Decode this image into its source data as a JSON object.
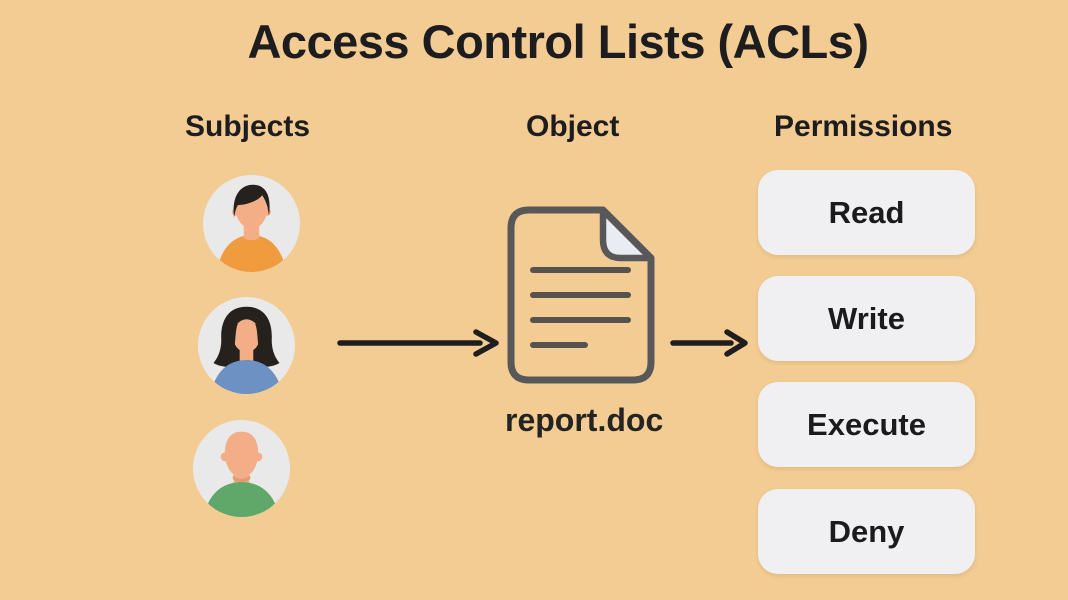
{
  "title": "Access Control Lists (ACLs)",
  "headers": {
    "subjects": "Subjects",
    "object": "Object",
    "permissions": "Permissions"
  },
  "subjects": {
    "avatars": [
      {
        "name": "man-dark-hair-orange-shirt",
        "circle": "#e9e9ea",
        "skin": "#f3ae87",
        "hair": "#26211d",
        "shirt": "#f09c3e"
      },
      {
        "name": "woman-dark-bob-blue-shirt",
        "circle": "#e9e9ea",
        "skin": "#f3ae87",
        "hair": "#26211d",
        "shirt": "#6c91c2"
      },
      {
        "name": "bald-man-green-shirt",
        "circle": "#e9e9ea",
        "skin": "#f3ae87",
        "shirt": "#5fa869"
      }
    ]
  },
  "object": {
    "file_name": "report.doc"
  },
  "permissions": {
    "items": [
      "Read",
      "Write",
      "Execute",
      "Deny"
    ]
  },
  "colors": {
    "background": "#f3cc93",
    "button_background": "#f0f0f2",
    "text": "#1d1d1f",
    "arrow": "#1e1e1e",
    "document_outline": "#58585a",
    "document_lines": "#56534e",
    "document_fold": "#e9ecf2"
  }
}
